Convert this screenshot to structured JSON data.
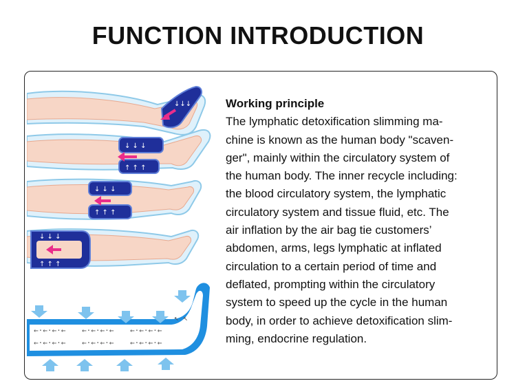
{
  "title": "FUNCTION INTRODUCTION",
  "description": {
    "heading": "Working principle",
    "lines": [
      "The lymphatic detoxification slimming ma-",
      "chine is known as the human body \"scaven-",
      "ger\", mainly within the circulatory system of",
      "the human body. The inner recycle including:",
      "the blood circulatory system, the lymphatic",
      "circulatory system and tissue fluid, etc. The",
      "air inflation by the air bag tie customers’",
      "abdomen, arms, legs lymphatic at inflated",
      "circulation to a certain period of time and",
      "deflated, prompting within the circulatory",
      "system to speed up the cycle in the human",
      "body, in order to achieve detoxification slim-",
      "ming, endocrine regulation."
    ]
  },
  "colors": {
    "skin": "#f7d6c6",
    "skin_outline": "#e8a88e",
    "sleeve": "#dff1fb",
    "sleeve_outline": "#8ec9e8",
    "chamber": "#1f2f9a",
    "chamber_outline": "#5f7fd8",
    "pink_arrow": "#ea2d8a",
    "flow_blue": "#1f8fe0",
    "flow_arrow": "#7ec3ee"
  }
}
